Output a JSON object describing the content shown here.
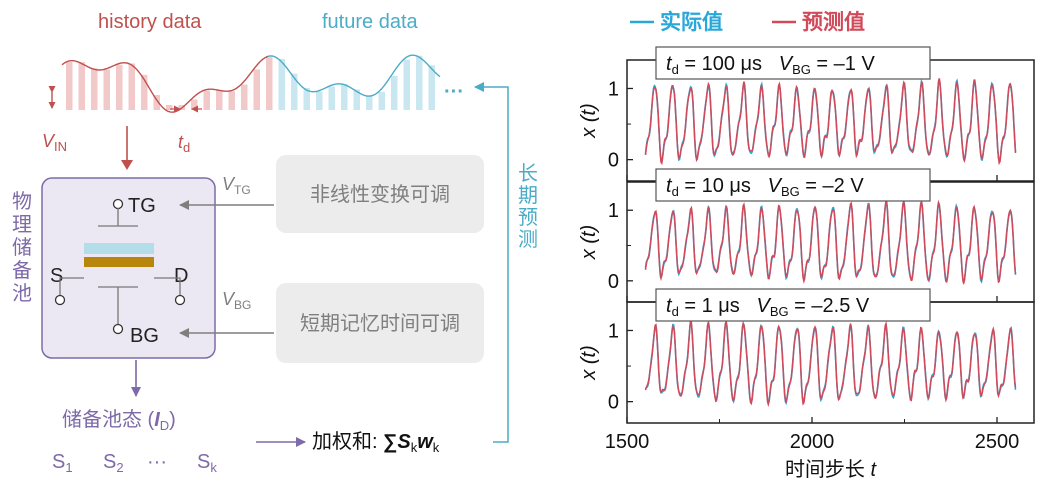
{
  "diagram": {
    "history_label": "history data",
    "future_label": "future data",
    "ellipsis": "···",
    "v_in": {
      "base": "V",
      "sub": "IN"
    },
    "t_d": {
      "base": "t",
      "sub": "d"
    },
    "device": {
      "tg": "TG",
      "bg": "BG",
      "s": "S",
      "d": "D",
      "title": "物理储备池"
    },
    "v_tg": {
      "base": "V",
      "sub": "TG"
    },
    "v_bg": {
      "base": "V",
      "sub": "BG"
    },
    "box_nonlinear": "非线性变换可调",
    "box_shortmem": "短期记忆时间可调",
    "long_predict": "长期预测",
    "reservoir_state": {
      "prefix": "储备池态 (",
      "base": "I",
      "sub": "D",
      "suffix": ")"
    },
    "states": [
      {
        "base": "S",
        "sub": "1"
      },
      {
        "base": "S",
        "sub": "2"
      },
      {
        "base": "···",
        "sub": ""
      },
      {
        "base": "S",
        "sub": "k"
      }
    ],
    "weighted_sum": {
      "label": "加权和: ",
      "sigma": "∑",
      "s": "S",
      "s_sub": "k",
      "w": "w",
      "w_sub": "k"
    },
    "colors": {
      "history": "#c0504d",
      "future": "#4bacc6",
      "purple": "#7e6aa8",
      "history_bar": "#f2c9c9",
      "future_bar": "#c9e7f1",
      "box_bg": "#ececec",
      "box_text": "#7f7f7f"
    }
  },
  "chart_data": {
    "type": "line",
    "legend": [
      {
        "name": "实际值",
        "color": "#2aa7d9"
      },
      {
        "name": "预测值",
        "color": "#d04a5a"
      }
    ],
    "xlabel": {
      "text": "时间步长 ",
      "var": "t"
    },
    "xlim": [
      1500,
      2600
    ],
    "xticks": [
      1500,
      2000,
      2500
    ],
    "panels": [
      {
        "ylabel": "x (t)",
        "ylim": [
          -0.3,
          1.4
        ],
        "yticks": [
          0,
          1
        ],
        "annotation": {
          "t": "t",
          "t_sub": "d",
          "t_val": " = 100 μs   ",
          "v": "V",
          "v_sub": "BG",
          "v_val": " = –1 V"
        },
        "x_start": 1550,
        "x_end": 2550,
        "period_steps": 48
      },
      {
        "ylabel": "x (t)",
        "ylim": [
          -0.3,
          1.4
        ],
        "yticks": [
          0,
          1
        ],
        "annotation": {
          "t": "t",
          "t_sub": "d",
          "t_val": " = 10 μs   ",
          "v": "V",
          "v_sub": "BG",
          "v_val": " = –2 V"
        },
        "x_start": 1550,
        "x_end": 2550,
        "period_steps": 48
      },
      {
        "ylabel": "x (t)",
        "ylim": [
          -0.3,
          1.4
        ],
        "yticks": [
          0,
          1
        ],
        "annotation": {
          "t": "t",
          "t_sub": "d",
          "t_val": " = 1 μs   ",
          "v": "V",
          "v_sub": "BG",
          "v_val": " = –2.5 V"
        },
        "x_start": 1550,
        "x_end": 2550,
        "period_steps": 48
      }
    ]
  }
}
